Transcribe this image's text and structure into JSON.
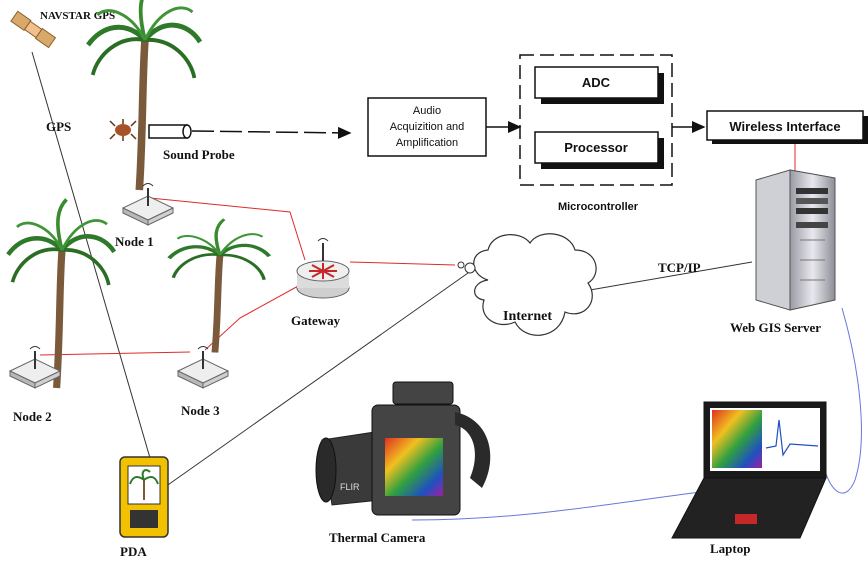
{
  "labels": {
    "satellite": "NAVSTAR GPS",
    "gps_link": "GPS",
    "sound_probe": "Sound Probe",
    "node1": "Node 1",
    "node2": "Node 2",
    "node3": "Node 3",
    "gateway": "Gateway",
    "audio_line1": "Audio",
    "audio_line2": "Acquizition and",
    "audio_line3": "Amplification",
    "adc": "ADC",
    "processor": "Processor",
    "microcontroller": "Microcontroller",
    "wireless": "Wireless Interface",
    "tcpip": "TCP/IP",
    "internet": "Internet",
    "webgis": "Web GIS Server",
    "pda": "PDA",
    "thermal": "Thermal Camera",
    "laptop": "Laptop",
    "camera_brand": "FLIR"
  },
  "colors": {
    "wireless_link": "#e02a2a",
    "cable_link": "#6677dd",
    "black_link": "#222222",
    "box_shadow": "#111111",
    "pda_yellow": "#f2c200"
  }
}
